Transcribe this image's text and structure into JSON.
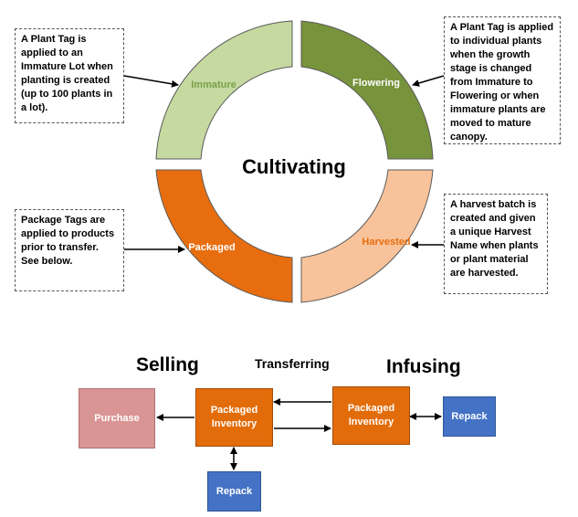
{
  "center_title": "Cultivating",
  "segments": {
    "immature": {
      "label": "Immature",
      "color": "#c5d9a0",
      "text_color": "#7aa04a"
    },
    "flowering": {
      "label": "Flowering",
      "color": "#77933c",
      "text_color": "#ffffff"
    },
    "packaged": {
      "label": "Packaged",
      "color": "#e86d0f",
      "text_color": "#ffffff"
    },
    "harvested": {
      "label": "Harvested",
      "color": "#f8c39b",
      "text_color": "#e86d0f"
    }
  },
  "notes": {
    "immature": "A Plant Tag is applied to an Immature Lot when planting is created (up to 100 plants in a lot).",
    "flowering": "A Plant Tag is applied to individual plants when the growth stage is changed from Immature to Flowering or when immature plants are moved to mature canopy.",
    "packaged": "Package Tags are applied to products prior to transfer. See below.",
    "harvested": "A harvest batch is created and given a unique Harvest Name when plants or plant material are harvested."
  },
  "flow": {
    "selling": "Selling",
    "transferring": "Transferring",
    "infusing": "Infusing",
    "purchase": "Purchase",
    "packaged_inventory_left": "Packaged Inventory",
    "packaged_inventory_right": "Packaged Inventory",
    "repack_bottom": "Repack",
    "repack_right": "Repack"
  },
  "colors": {
    "purchase": "#d99594",
    "inventory": "#e36c0a",
    "repack": "#4472c4",
    "ring_outline": "#595959"
  }
}
